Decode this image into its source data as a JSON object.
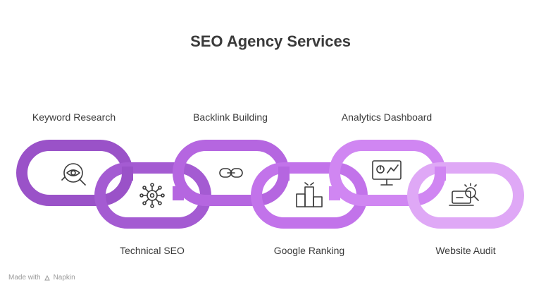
{
  "title": "SEO Agency Services",
  "links": [
    {
      "label": "Keyword Research",
      "icon": "eye-search-icon",
      "color": "#9a52c8"
    },
    {
      "label": "Technical SEO",
      "icon": "gear-network-icon",
      "color": "#a45bd2"
    },
    {
      "label": "Backlink Building",
      "icon": "link-icon",
      "color": "#b566e0"
    },
    {
      "label": "Google Ranking",
      "icon": "podium-icon",
      "color": "#c273ea"
    },
    {
      "label": "Analytics Dashboard",
      "icon": "monitor-chart-icon",
      "color": "#d086f2"
    },
    {
      "label": "Website Audit",
      "icon": "laptop-search-icon",
      "color": "#dfa8f6"
    }
  ],
  "footer": {
    "made_with": "Made with",
    "brand": "Napkin"
  }
}
